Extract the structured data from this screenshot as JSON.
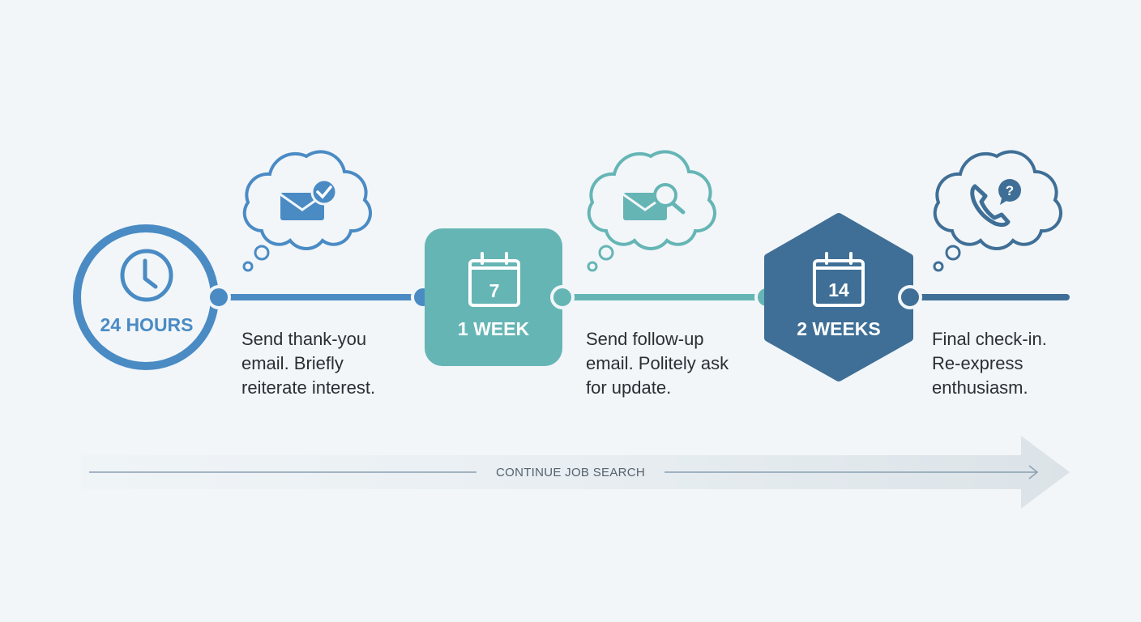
{
  "colors": {
    "blue": "#4a8bc4",
    "teal": "#66b5b5",
    "navy": "#3f6f96",
    "background": "#f2f6f9"
  },
  "steps": [
    {
      "label": "24 HOURS",
      "icon": "clock-icon",
      "thought_icon": "email-check-icon",
      "lines": [
        "Send thank-you",
        "email. Briefly",
        "reiterate interest."
      ]
    },
    {
      "label": "1 WEEK",
      "icon": "calendar-icon",
      "calendar_number": "7",
      "thought_icon": "email-search-icon",
      "lines": [
        "Send follow-up",
        "email. Politely ask",
        "for update."
      ]
    },
    {
      "label": "2 WEEKS",
      "icon": "calendar-icon",
      "calendar_number": "14",
      "thought_icon": "phone-question-icon",
      "lines": [
        "Final check-in.",
        "Re-express",
        "enthusiasm."
      ]
    }
  ],
  "footer": {
    "label": "CONTINUE JOB SEARCH"
  }
}
